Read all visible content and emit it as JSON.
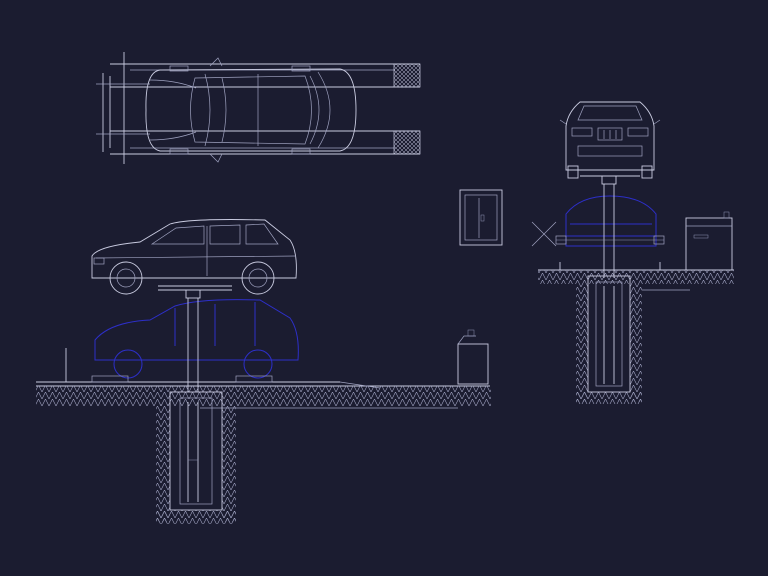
{
  "colors": {
    "background": "#1b1c30",
    "linework": "#c9cbe0",
    "ghost_position": "#2d2fc9"
  },
  "drawing": {
    "views": [
      "top-view",
      "side-elevation",
      "front-elevation",
      "control-cabinet-detail"
    ]
  }
}
